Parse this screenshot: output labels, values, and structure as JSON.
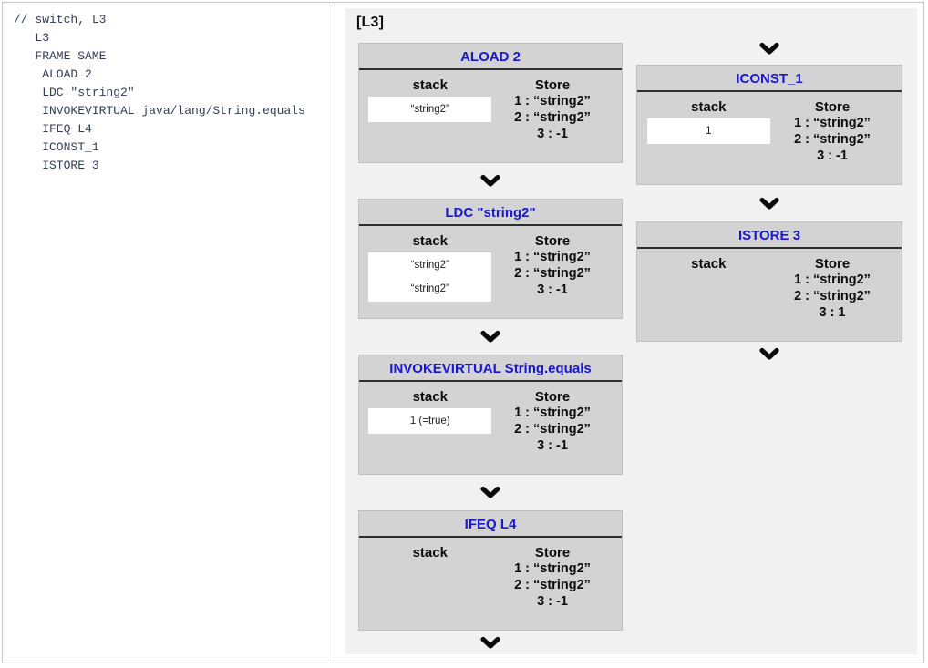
{
  "colors": {
    "accent_blue": "#1717d4",
    "box_bg": "#d3d3d3",
    "panel_bg": "#f1f1f1",
    "code_text": "#303c55"
  },
  "code_panel": {
    "lines": [
      "// switch, L3",
      "   L3",
      "   FRAME SAME",
      "    ALOAD 2",
      "    LDC \"string2\"",
      "    INVOKEVIRTUAL java/lang/String.equals",
      "    IFEQ L4",
      "    ICONST_1",
      "    ISTORE 3"
    ]
  },
  "diagram": {
    "label": "[L3]",
    "stack_header": "stack",
    "store_header": "Store",
    "columns": [
      {
        "arrow_before": false,
        "boxes": [
          {
            "title": "ALOAD 2",
            "stack": [
              "“string2”"
            ],
            "store": [
              "1 : “string2”",
              "2 : “string2”",
              "3 : -1"
            ],
            "arrow_after": true
          },
          {
            "title": "LDC \"string2\"",
            "stack": [
              "“string2”",
              "“string2”"
            ],
            "store": [
              "1 : “string2”",
              "2 : “string2”",
              "3 : -1"
            ],
            "arrow_after": true
          },
          {
            "title": "INVOKEVIRTUAL String.equals",
            "stack": [
              "1 (=true)"
            ],
            "store": [
              "1 : “string2”",
              "2 : “string2”",
              "3 : -1"
            ],
            "arrow_after": true
          },
          {
            "title": "IFEQ L4",
            "stack": [],
            "store": [
              "1 : “string2”",
              "2 : “string2”",
              "3 : -1"
            ],
            "arrow_after": true
          }
        ]
      },
      {
        "arrow_before": true,
        "boxes": [
          {
            "title": "ICONST_1",
            "stack": [
              "1"
            ],
            "store": [
              "1 : “string2”",
              "2 : “string2”",
              "3 : -1"
            ],
            "arrow_after": true
          },
          {
            "title": "ISTORE 3",
            "stack": [],
            "store": [
              "1 : “string2”",
              "2 : “string2”",
              "3 : 1"
            ],
            "arrow_after": true
          }
        ]
      }
    ]
  }
}
